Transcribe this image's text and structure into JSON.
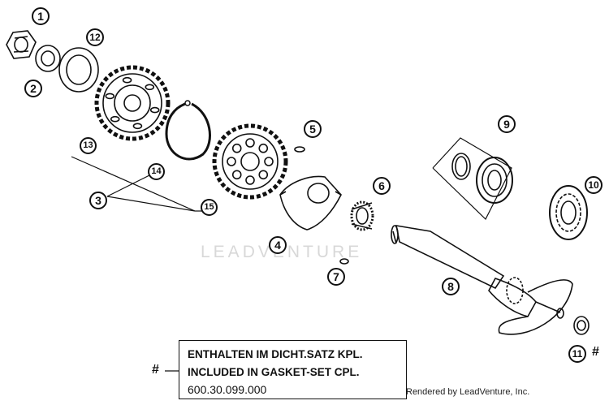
{
  "callouts": [
    {
      "id": "1",
      "label": "1"
    },
    {
      "id": "2",
      "label": "2"
    },
    {
      "id": "3",
      "label": "3"
    },
    {
      "id": "4",
      "label": "4"
    },
    {
      "id": "5",
      "label": "5"
    },
    {
      "id": "6",
      "label": "6"
    },
    {
      "id": "7",
      "label": "7"
    },
    {
      "id": "8",
      "label": "8"
    },
    {
      "id": "9",
      "label": "9"
    },
    {
      "id": "10",
      "label": "10"
    },
    {
      "id": "11",
      "label": "11"
    },
    {
      "id": "12",
      "label": "12"
    },
    {
      "id": "13",
      "label": "13"
    },
    {
      "id": "14",
      "label": "14"
    },
    {
      "id": "15",
      "label": "15"
    }
  ],
  "marker_symbol": "#",
  "note": {
    "line1": "ENTHALTEN IM DICHT.SATZ KPL.",
    "line2": "INCLUDED IN GASKET-SET CPL.",
    "line3": "600.30.099.000"
  },
  "watermark": "LEADVENTURE",
  "credit": "Rendered by LeadVenture, Inc.",
  "colors": {
    "ink": "#111111",
    "watermark": "#d8d8d8",
    "background": "#ffffff"
  }
}
